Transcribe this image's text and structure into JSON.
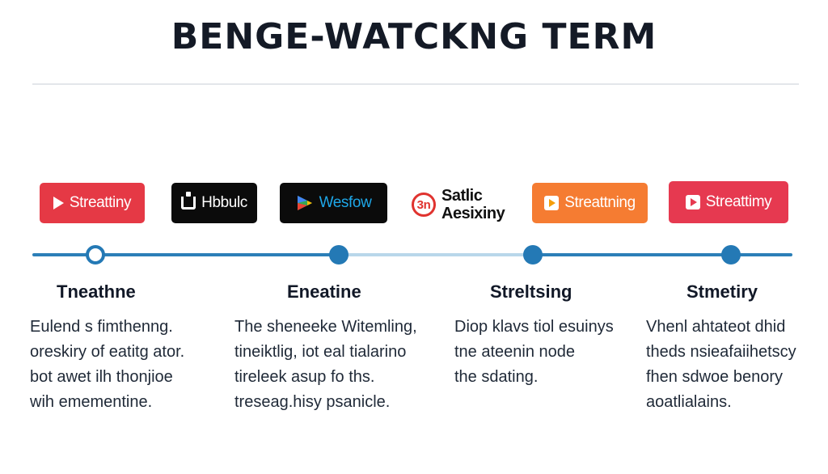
{
  "title": "BENGE-WATCKNG TERM",
  "logos": [
    {
      "label": "Streattiny",
      "bg": "#e53945",
      "color": "#ffffff",
      "icon": "play-icon"
    },
    {
      "label": "Hbbulc",
      "bg": "#0b0b0b",
      "color": "#ffffff",
      "icon": "box-icon"
    },
    {
      "label": "Wesfow",
      "bg": "#0b0b0b",
      "color": "#1ea7e8",
      "icon": "multicolor-play-icon"
    },
    {
      "badge": "3n",
      "line1": "Satlic",
      "line2": "Aesixiny",
      "bg": "#ffffff",
      "color": "#111111",
      "icon": "circle-badge-icon"
    },
    {
      "label": "Streattning",
      "bg": "#f57c32",
      "color": "#ffffff",
      "icon": "play-box-icon"
    },
    {
      "label": "Streattimy",
      "bg": "#e63950",
      "color": "#ffffff",
      "icon": "play-box-icon"
    }
  ],
  "steps": [
    {
      "heading": "Tneathne",
      "lines": [
        "Eulend s fimthenng.",
        "oreskiry  of eatitg ator.",
        "bot awet ilh thonjioe",
        "wih emementine."
      ]
    },
    {
      "heading": "Eneatine",
      "lines": [
        "The sheneeke Witemling,",
        "tineiktlig, iot eal tialarino",
        "tireleek asup fo ths.",
        "treseag.hisy psanicle."
      ]
    },
    {
      "heading": "Streltsing",
      "lines": [
        "Diop klavs  tiol esuinys",
        "tne ateenin node",
        "the sdating."
      ]
    },
    {
      "heading": "Stmetiry",
      "lines": [
        "Vhenl ahtateot dhid",
        "theds nsieafaiihetscy",
        "fhen sdwoe benory",
        "aoatlialains."
      ]
    }
  ],
  "colors": {
    "timeline": "#2479b5",
    "title": "#141a26"
  }
}
